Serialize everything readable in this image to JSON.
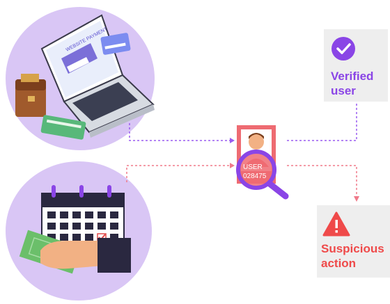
{
  "laptop_screen": {
    "title": "WEBSITE PAYMENT"
  },
  "user_badge": {
    "line1": "USER",
    "line2": "028475"
  },
  "outcomes": {
    "verified": {
      "label": "Verified\nuser",
      "accent": "#8a45e6"
    },
    "suspicious": {
      "label": "Suspicious\naction",
      "accent": "#ef4a4a"
    }
  },
  "colors": {
    "circle_bg": "#d9c6f5",
    "card_bg": "#eeeeee",
    "verified_line": "#9a5cf0",
    "suspicious_line": "#f07a8a"
  },
  "icons": [
    "laptop-icon",
    "credit-card-icon",
    "wallet-icon",
    "calendar-icon",
    "cash-icon",
    "user-profile-icon",
    "magnifier-icon",
    "checkmark-icon",
    "warning-icon"
  ]
}
